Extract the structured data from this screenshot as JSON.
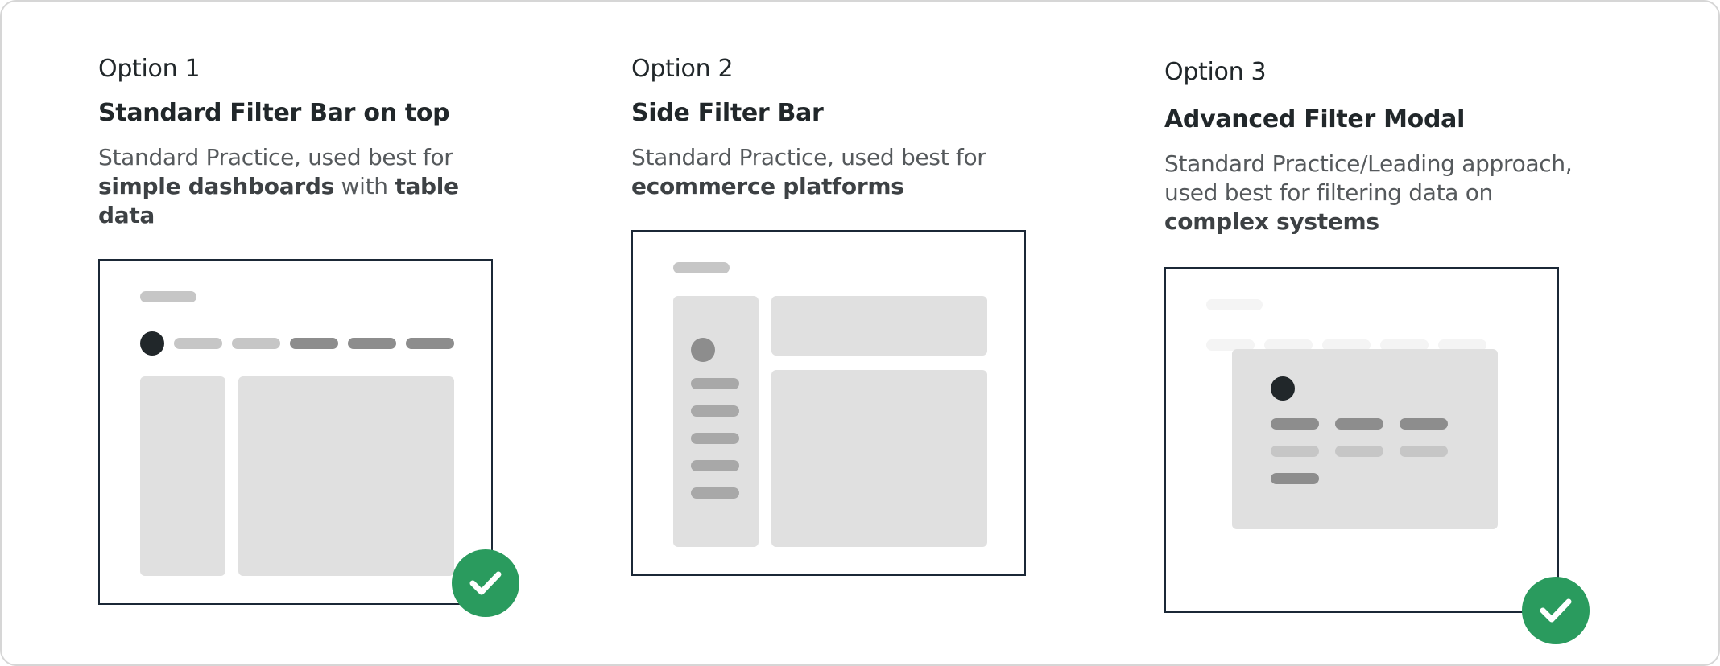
{
  "options": [
    {
      "label": "Option 1",
      "title": "Standard Filter Bar on top",
      "desc": [
        {
          "text": "Standard Practice, used best for ",
          "bold": false
        },
        {
          "text": "simple dashboards",
          "bold": true
        },
        {
          "text": " with ",
          "bold": false
        },
        {
          "text": "table data",
          "bold": true
        }
      ],
      "recommended": true
    },
    {
      "label": "Option 2",
      "title": "Side Filter Bar",
      "desc": [
        {
          "text": "Standard Practice, used best for ",
          "bold": false
        },
        {
          "text": "ecommerce platforms",
          "bold": true
        }
      ],
      "recommended": false
    },
    {
      "label": "Option 3",
      "title": "Advanced Filter Modal",
      "desc": [
        {
          "text": "Standard Practice/Leading approach, used best for filtering data on ",
          "bold": false
        },
        {
          "text": "complex systems",
          "bold": true
        }
      ],
      "recommended": true
    }
  ],
  "colors": {
    "accent_check": "#2a9b5e",
    "wireframe_border": "#1b2836",
    "text_primary": "#21272a"
  },
  "icons": {
    "recommended": "checkmark-icon"
  }
}
